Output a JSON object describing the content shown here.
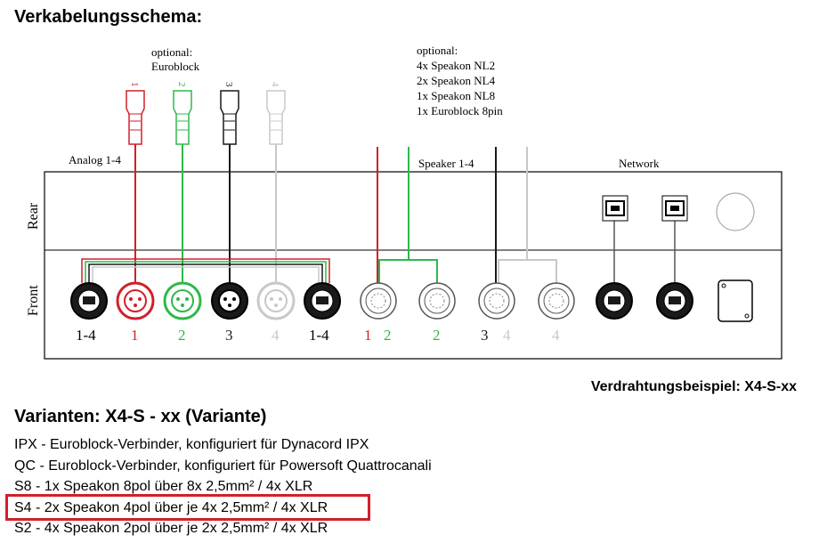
{
  "title": "Verkabelungsschema:",
  "note_euroblock": [
    "optional:",
    "Euroblock"
  ],
  "note_speakon": [
    "optional:",
    "4x Speakon NL2",
    "2x Speakon NL4",
    "1x Speakon NL8",
    "1x Euroblock 8pin"
  ],
  "section_labels": {
    "analog": "Analog 1-4",
    "speaker": "Speaker 1-4",
    "network": "Network"
  },
  "row_labels": {
    "rear": "Rear",
    "front": "Front"
  },
  "top_connector_numbers": [
    "1",
    "2",
    "3",
    "4"
  ],
  "front_labels": [
    "1-4",
    "1",
    "2",
    "3",
    "4",
    "1-4",
    "1",
    "2",
    "2",
    "3",
    "4",
    "4"
  ],
  "colors": {
    "ch1": "#d0202a",
    "ch2": "#2eb84b",
    "ch3": "#1a1a1a",
    "ch4": "#c8c8c8",
    "highlight": "#d21f2a"
  },
  "example": "Verdrahtungsbeispiel:  X4-S-xx",
  "variants_title": "Varianten: X4-S - xx (Variante)",
  "variants": [
    "IPX - Euroblock-Verbinder, konfiguriert für Dynacord IPX",
    "QC - Euroblock-Verbinder, konfiguriert für Powersoft Quattrocanali",
    "S8 - 1x Speakon 8pol über 8x 2,5mm² / 4x XLR",
    "S4 - 2x Speakon 4pol über je 4x 2,5mm² / 4x XLR",
    "S2 - 4x Speakon 2pol über je 2x 2,5mm² / 4x XLR"
  ]
}
